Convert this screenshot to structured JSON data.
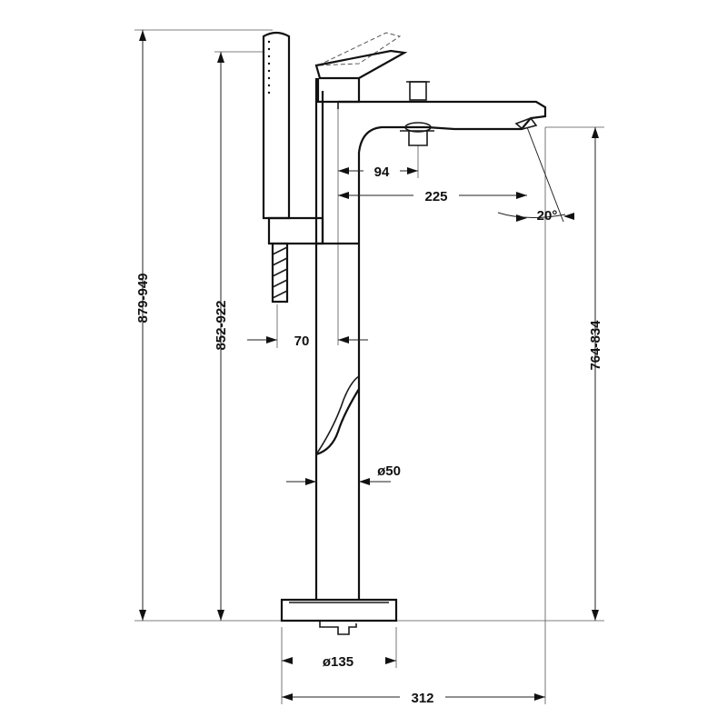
{
  "dimensions": {
    "total_height": "879-949",
    "handshower_height": "852-922",
    "spout_height": "764-834",
    "spout_reach": "225",
    "diverter_offset": "94",
    "handshower_offset": "70",
    "spout_angle": "20°",
    "column_diameter": "ø50",
    "base_diameter": "ø135",
    "overall_width": "312"
  }
}
